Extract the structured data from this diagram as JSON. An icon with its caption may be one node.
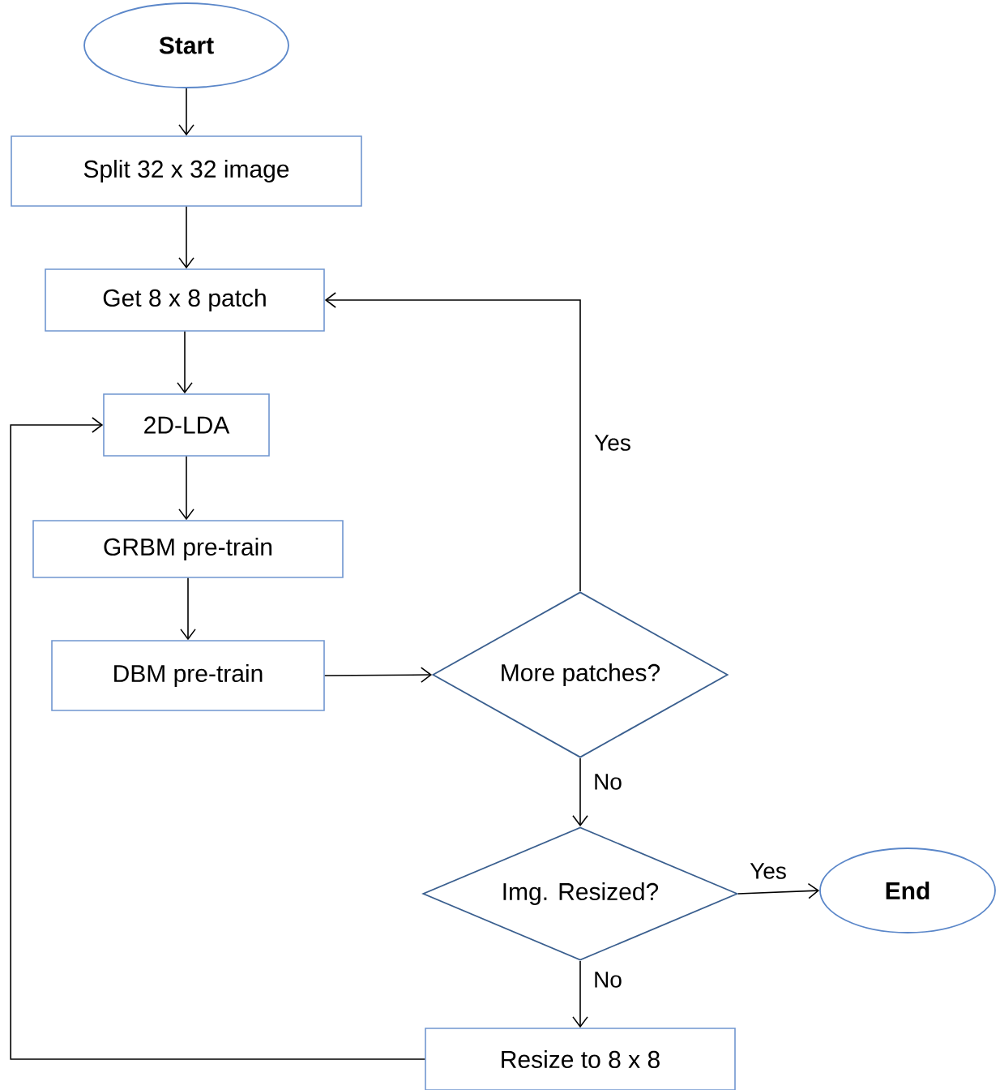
{
  "diagram": {
    "nodes": [
      {
        "text": [
          "Start"
        ]
      },
      {
        "text": [
          "Split 32 x 32 image"
        ]
      },
      {
        "text": [
          "Get 8 x 8 patch"
        ]
      },
      {
        "text": [
          "2D-LDA"
        ]
      },
      {
        "text": [
          "GRBM pre-train"
        ]
      },
      {
        "text": [
          "DBM pre-train"
        ]
      },
      {
        "text": [
          "More patches?"
        ]
      },
      {
        "text": [
          "Img. Resized?"
        ]
      },
      {
        "text": [
          "End"
        ]
      },
      {
        "text": [
          "Resize to 8 x 8"
        ]
      }
    ],
    "edges": [
      {
        "from": 0,
        "to": 1,
        "arrow": "to"
      },
      {
        "from": 1,
        "to": 2,
        "arrow": "to"
      },
      {
        "from": 2,
        "to": 3,
        "arrow": "to"
      },
      {
        "from": 3,
        "to": 4,
        "arrow": "to"
      },
      {
        "from": 4,
        "to": 5,
        "arrow": "to"
      },
      {
        "from": 5,
        "to": 6,
        "arrow": "to"
      },
      {
        "from": 6,
        "to": 2,
        "arrow": "to",
        "label": "Yes"
      },
      {
        "from": 6,
        "to": 7,
        "arrow": "to",
        "label": "No"
      },
      {
        "from": 7,
        "to": 8,
        "arrow": "to",
        "label": "Yes"
      },
      {
        "from": 7,
        "to": 9,
        "arrow": "to",
        "label": "No"
      },
      {
        "from": 9,
        "to": 3,
        "arrow": "to"
      }
    ]
  }
}
